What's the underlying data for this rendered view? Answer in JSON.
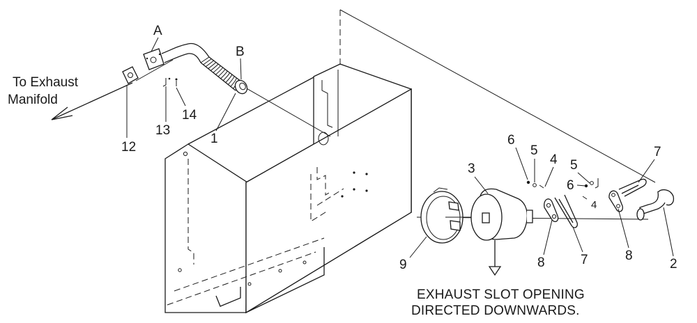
{
  "labels": {
    "a": "A",
    "b": "B",
    "to_exhaust": "To Exhaust",
    "manifold": "Manifold",
    "n1": "1",
    "n2": "2",
    "n3": "3",
    "n4_upper": "4",
    "n4_lower": "4",
    "n5_left": "5",
    "n5_right": "5",
    "n6_left": "6",
    "n6_right": "6",
    "n7_upper": "7",
    "n7_lower": "7",
    "n8_left": "8",
    "n8_right": "8",
    "n9": "9",
    "n12": "12",
    "n13": "13",
    "n14": "14"
  },
  "note": {
    "line1": "EXHAUST SLOT OPENING",
    "line2": "DIRECTED DOWNWARDS."
  }
}
